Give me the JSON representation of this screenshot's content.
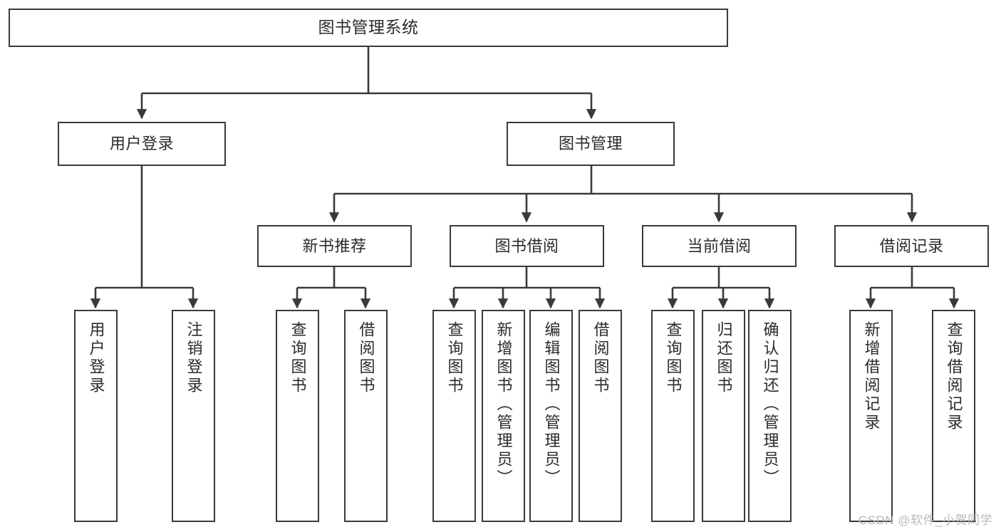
{
  "diagram": {
    "title": "图书管理系统",
    "watermark": "CSDN @软件_小贺同学",
    "accent_color": "#3a3a3a",
    "background_color": "#ffffff",
    "text_color": "#2b2b2b",
    "watermark_color": "#b9b9b9",
    "levels": {
      "level1": [
        {
          "id": "root",
          "label": "图书管理系统"
        }
      ],
      "level2": [
        {
          "id": "user-login",
          "label": "用户登录"
        },
        {
          "id": "book-manage",
          "label": "图书管理"
        }
      ],
      "level3": [
        {
          "id": "new-book-rec",
          "label": "新书推荐"
        },
        {
          "id": "book-borrow",
          "label": "图书借阅"
        },
        {
          "id": "current-borrow",
          "label": "当前借阅"
        },
        {
          "id": "borrow-record",
          "label": "借阅记录"
        }
      ],
      "level4": [
        {
          "id": "leaf-user-login",
          "label": "用户登录"
        },
        {
          "id": "leaf-logout",
          "label": "注销登录"
        },
        {
          "id": "leaf-query-book-1",
          "label": "查询图书"
        },
        {
          "id": "leaf-borrow-book-1",
          "label": "借阅图书"
        },
        {
          "id": "leaf-query-book-2",
          "label": "查询图书"
        },
        {
          "id": "leaf-add-book",
          "label": "新增图书（管理员）"
        },
        {
          "id": "leaf-edit-book",
          "label": "编辑图书（管理员）"
        },
        {
          "id": "leaf-borrow-book-2",
          "label": "借阅图书"
        },
        {
          "id": "leaf-query-book-3",
          "label": "查询图书"
        },
        {
          "id": "leaf-return-book",
          "label": "归还图书"
        },
        {
          "id": "leaf-confirm-return",
          "label": "确认归还（管理员）"
        },
        {
          "id": "leaf-add-record",
          "label": "新增借阅记录"
        },
        {
          "id": "leaf-query-record",
          "label": "查询借阅记录"
        }
      ]
    }
  }
}
